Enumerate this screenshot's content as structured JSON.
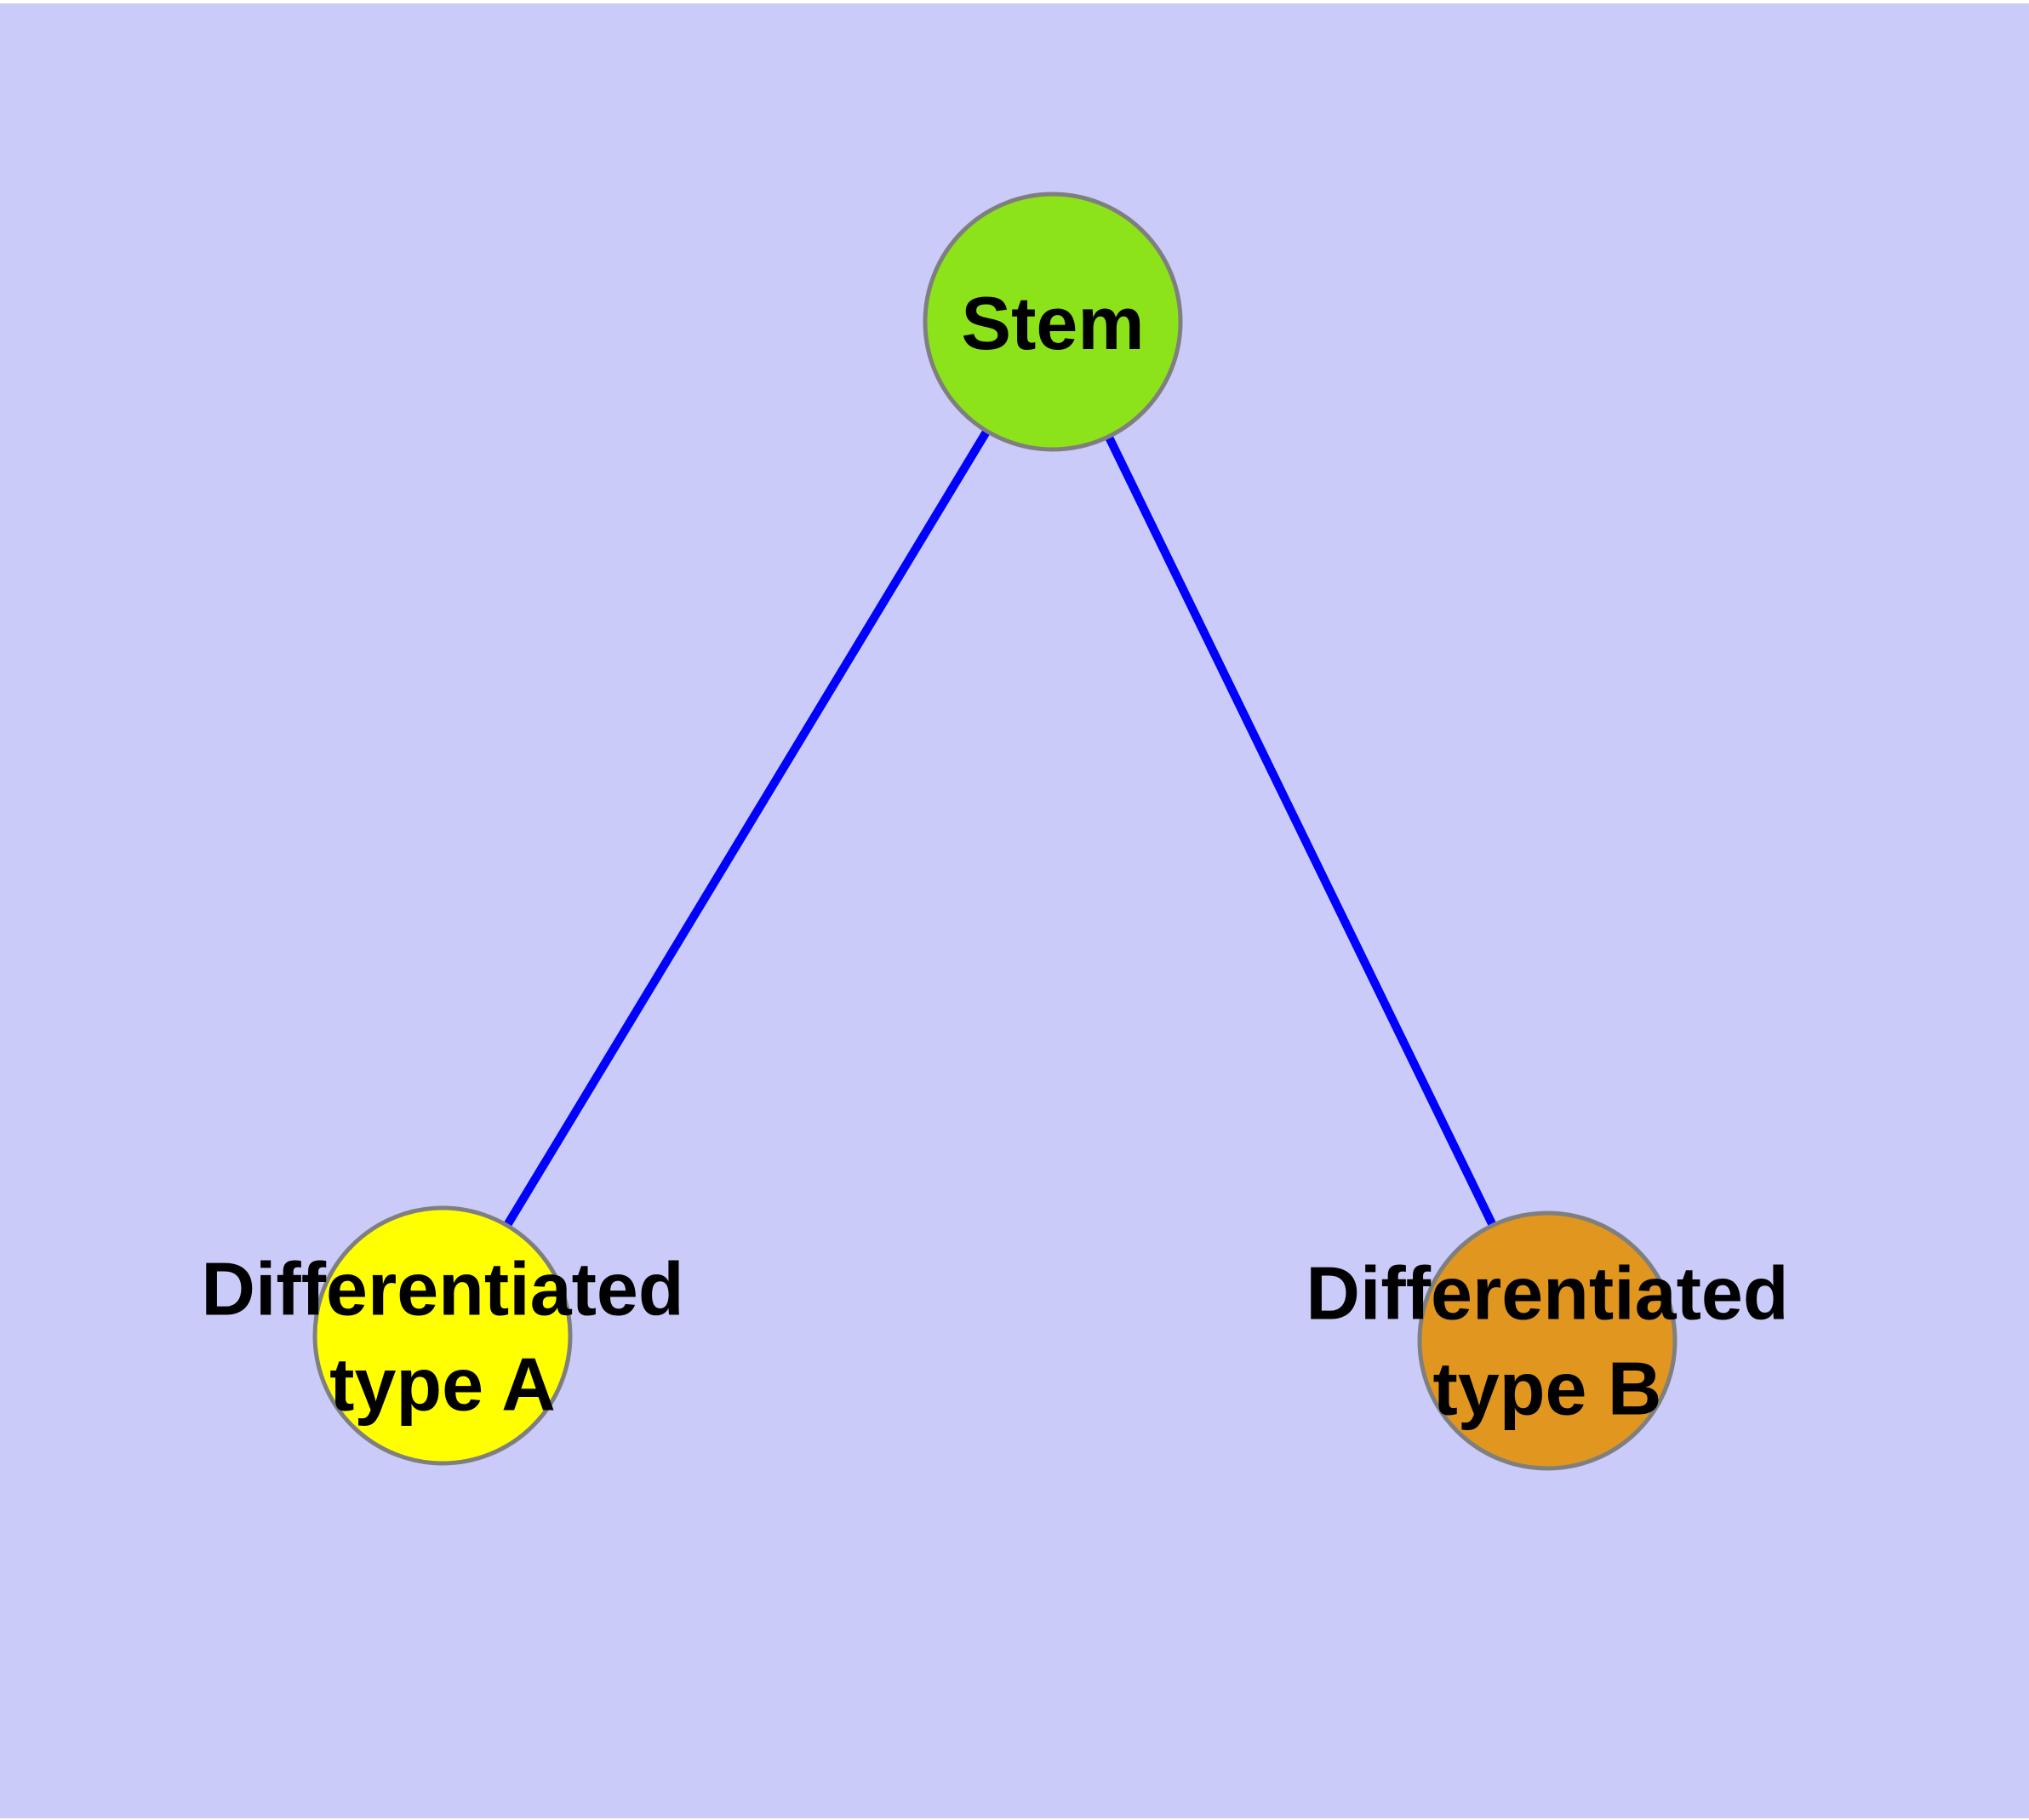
{
  "canvas": {
    "background": "#CBCBF9",
    "frame_color": "#FFFFFF"
  },
  "graph": {
    "node_border_color": "#7F7F7F",
    "edge_color": "#0000FF",
    "label_color": "#000000",
    "nodes": [
      {
        "id": "stem",
        "label": "Stem",
        "fill": "#8DE319"
      },
      {
        "id": "type-a",
        "label": "Differentiated\ntype A",
        "fill": "#FFFF00"
      },
      {
        "id": "type-b",
        "label": "Differentiated\ntype B",
        "fill": "#E1961F"
      }
    ],
    "edges": [
      {
        "from": "stem",
        "to": "type-a",
        "color": "#0000FF"
      },
      {
        "from": "stem",
        "to": "type-b",
        "color": "#0000FF"
      }
    ]
  }
}
